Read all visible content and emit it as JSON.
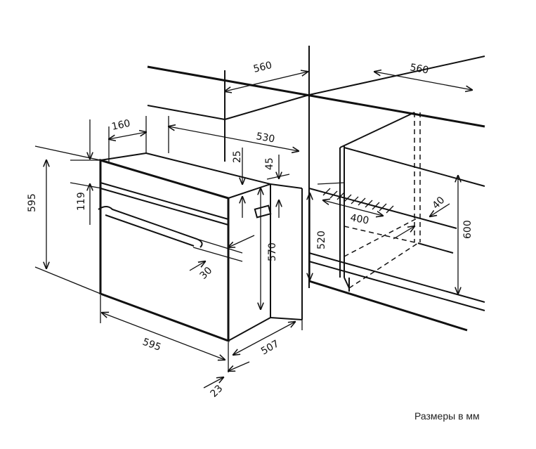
{
  "title": "Oven installation dimensions",
  "dimensions": {
    "cabinet_width_top": "560",
    "cabinet_depth_top": "560",
    "oven_panel_depth": "160",
    "oven_body_depth": "530",
    "top_gap": "25",
    "top_offset": "45",
    "oven_height": "595",
    "panel_height": "119",
    "vent_depth": "40",
    "vent_width": "400",
    "niche_height": "600",
    "niche_min_height": "520",
    "body_height": "570",
    "handle_depth": "30",
    "oven_width": "595",
    "body_side_depth": "507",
    "front_thickness": "23"
  },
  "note": "Размеры в мм"
}
